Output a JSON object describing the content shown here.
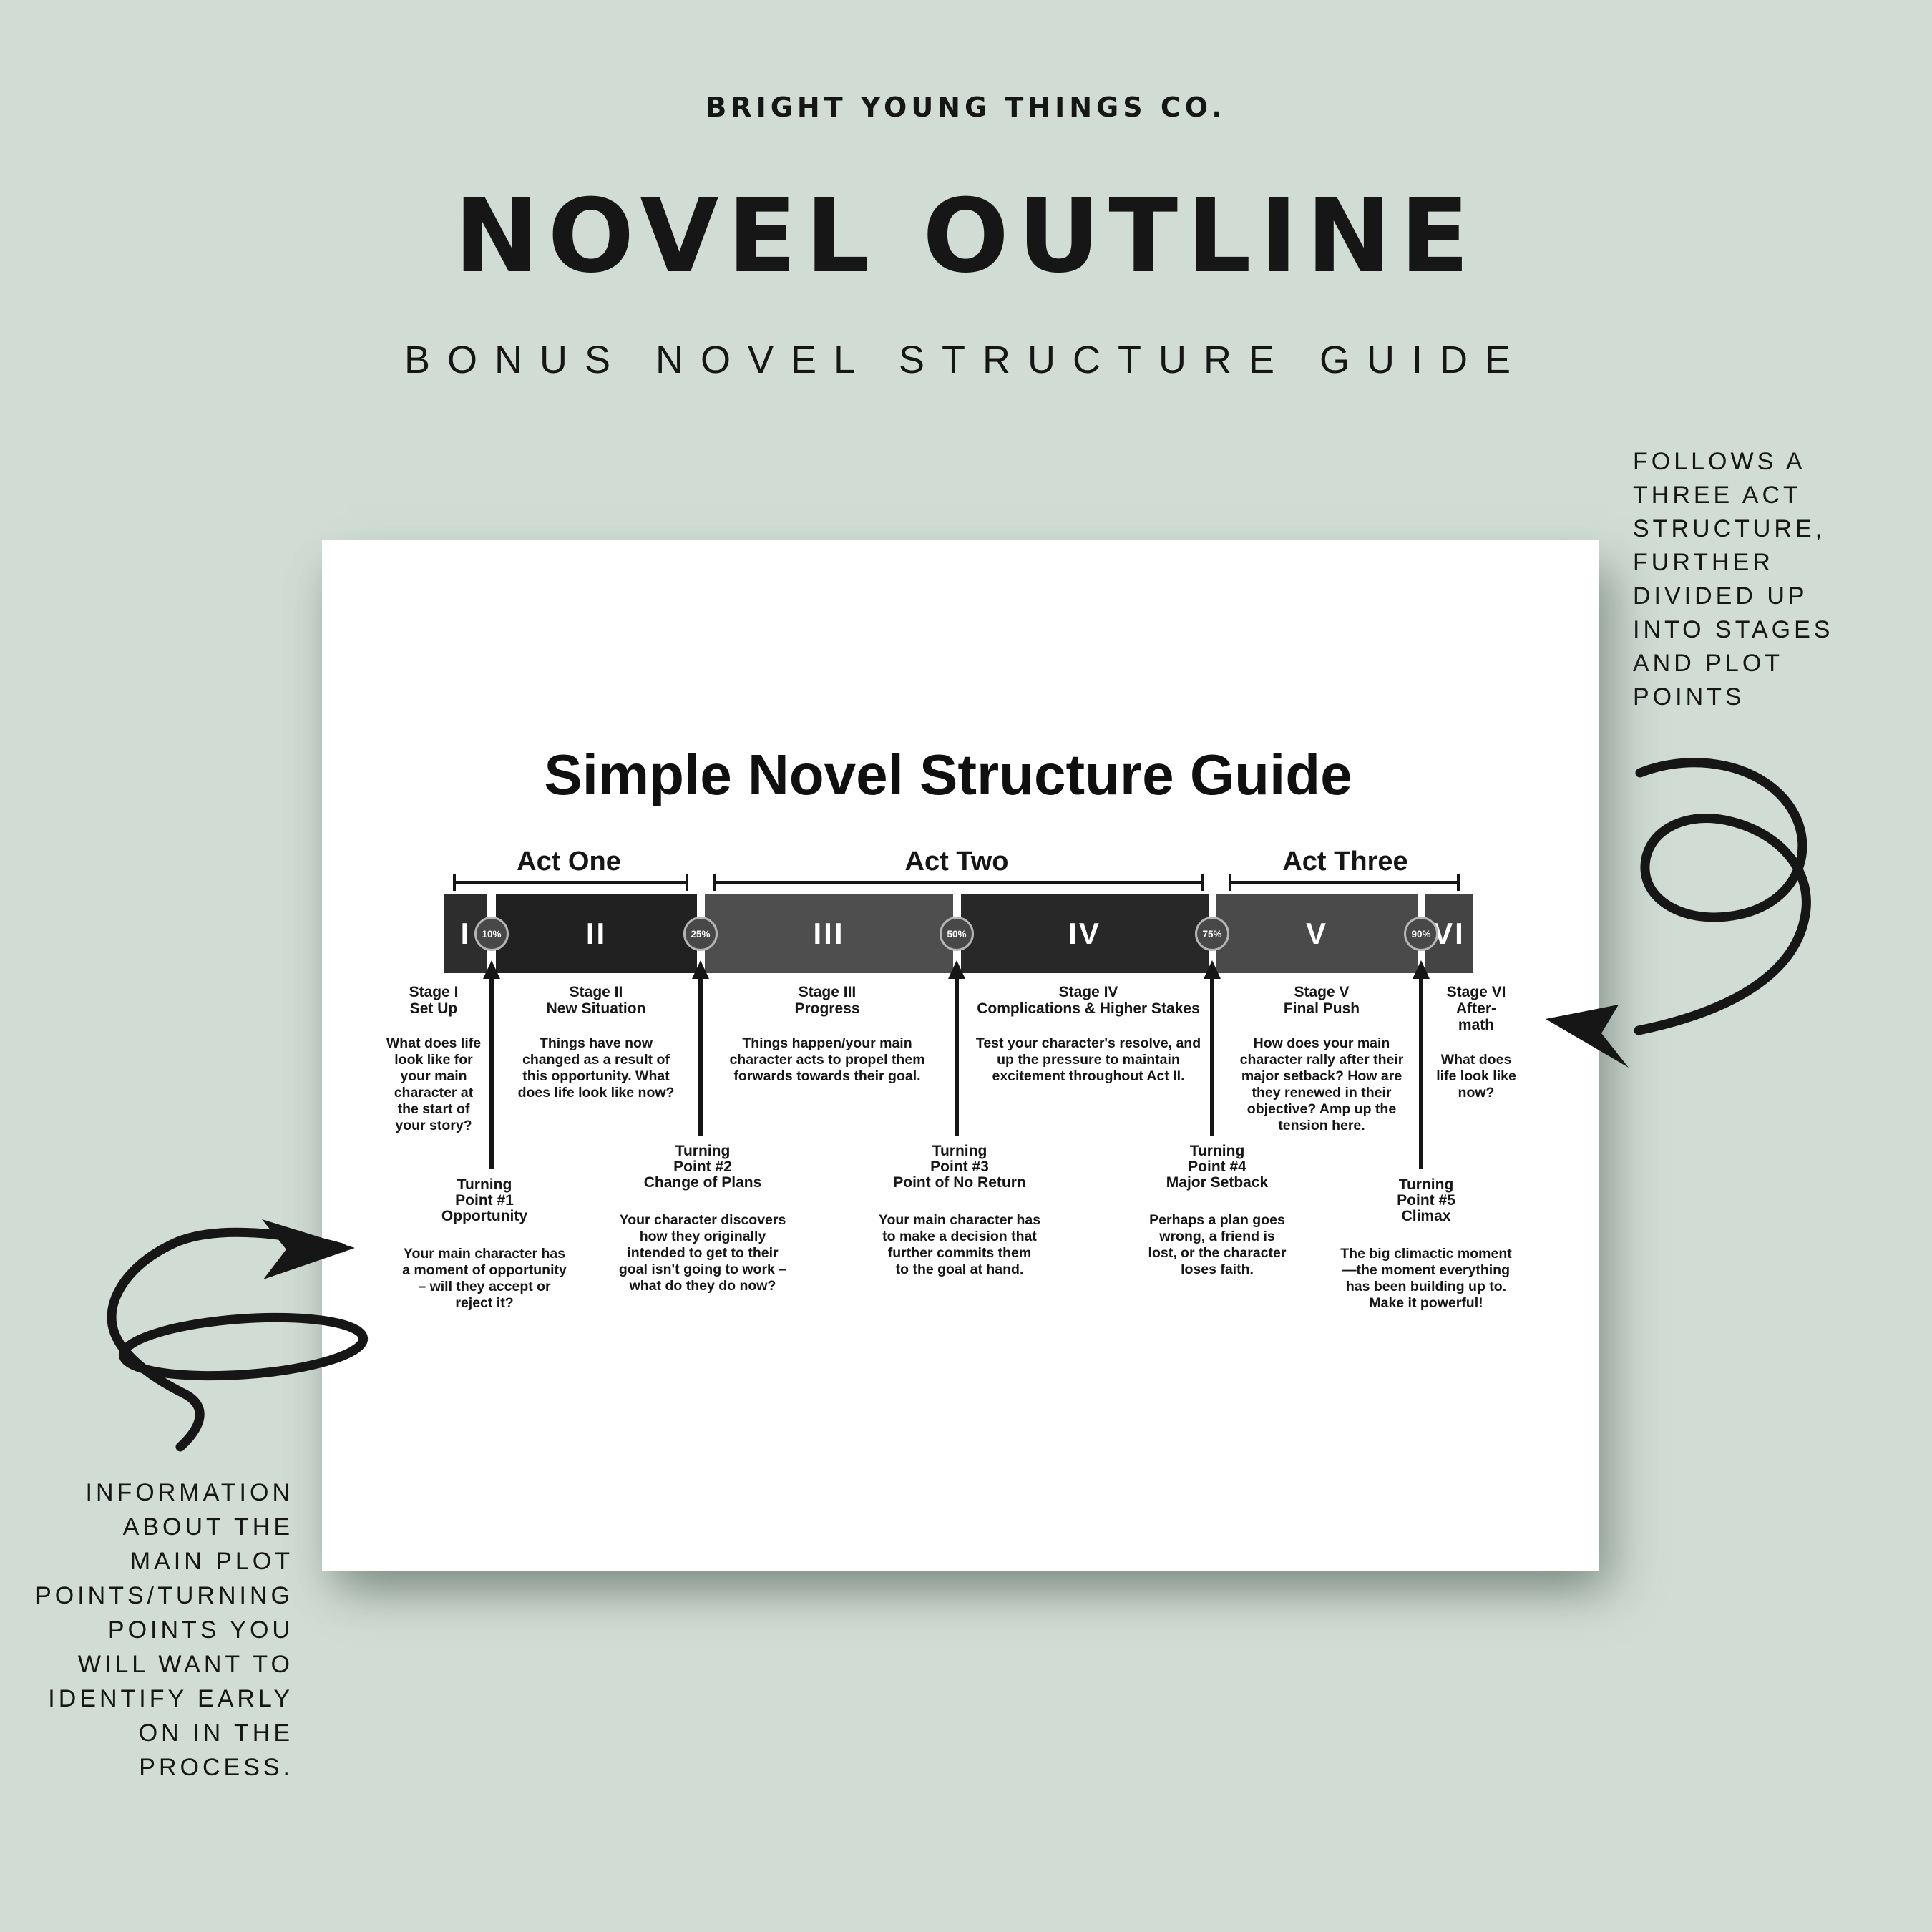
{
  "colors": {
    "background": "#d0dcd4",
    "card": "#ffffff",
    "ink": "#161616",
    "seg1": "#2d2d2d",
    "seg2": "#212121",
    "seg3": "#4e4e4e",
    "seg4": "#282828",
    "seg5": "#4a4a4a",
    "seg6": "#444444",
    "circle_fill": "#484848",
    "circle_border": "#b5b5b5"
  },
  "header": {
    "brand": "BRIGHT YOUNG THINGS CO.",
    "title": "NOVEL OUTLINE",
    "subtitle": "BONUS NOVEL STRUCTURE GUIDE"
  },
  "annotations": {
    "right": "FOLLOWS A\nTHREE ACT\nSTRUCTURE,\nFURTHER\nDIVIDED UP\nINTO STAGES\nAND PLOT\nPOINTS",
    "left": "INFORMATION\nABOUT THE\nMAIN PLOT\nPOINTS/TURNING\nPOINTS YOU\nWILL WANT TO\nIDENTIFY EARLY\nON IN THE\nPROCESS."
  },
  "diagram": {
    "title": "Simple Novel Structure Guide",
    "acts": [
      {
        "label": "Act One"
      },
      {
        "label": "Act Two"
      },
      {
        "label": "Act Three"
      }
    ],
    "segments": [
      {
        "numeral": "I"
      },
      {
        "numeral": "II"
      },
      {
        "numeral": "III"
      },
      {
        "numeral": "IV"
      },
      {
        "numeral": "V"
      },
      {
        "numeral": "VI"
      }
    ],
    "percent_markers": [
      {
        "label": "10%"
      },
      {
        "label": "25%"
      },
      {
        "label": "50%"
      },
      {
        "label": "75%"
      },
      {
        "label": "90%"
      }
    ],
    "stages": [
      {
        "title": "Stage I",
        "subtitle": "Set Up",
        "description": "What does life\nlook like for\nyour main\ncharacter at\nthe start of\nyour story?"
      },
      {
        "title": "Stage II",
        "subtitle": "New Situation",
        "description": "Things have now\nchanged as a result of\nthis opportunity. What\ndoes life look like now?"
      },
      {
        "title": "Stage III",
        "subtitle": "Progress",
        "description": "Things happen/your main\ncharacter acts to propel them\nforwards towards their goal."
      },
      {
        "title": "Stage IV",
        "subtitle": "Complications & Higher Stakes",
        "description": "Test your character's resolve, and\nup the pressure to maintain\nexcitement throughout Act II."
      },
      {
        "title": "Stage V",
        "subtitle": "Final Push",
        "description": "How does your main\ncharacter rally after their\nmajor setback? How are\nthey renewed in their\nobjective? Amp up the\ntension here."
      },
      {
        "title": "Stage VI",
        "subtitle": "After-\nmath",
        "description": "What does\nlife look like\nnow?"
      }
    ],
    "turning_points": [
      {
        "title": "Turning\nPoint #1",
        "name": "Opportunity",
        "description": "Your main character has\na moment of opportunity\n– will they accept or\nreject it?"
      },
      {
        "title": "Turning\nPoint #2",
        "name": "Change of Plans",
        "description": "Your character discovers\nhow they originally\nintended to get to their\ngoal isn't going to work –\nwhat do they do now?"
      },
      {
        "title": "Turning\nPoint #3",
        "name": "Point of No Return",
        "description": "Your main character has\nto make a decision that\nfurther commits them\nto the goal at hand."
      },
      {
        "title": "Turning\nPoint #4",
        "name": "Major Setback",
        "description": "Perhaps a plan goes\nwrong, a friend is\nlost, or the character\nloses faith."
      },
      {
        "title": "Turning\nPoint #5",
        "name": "Climax",
        "description": "The big climactic moment\n—the moment everything\nhas been building up to.\nMake it powerful!"
      }
    ]
  }
}
